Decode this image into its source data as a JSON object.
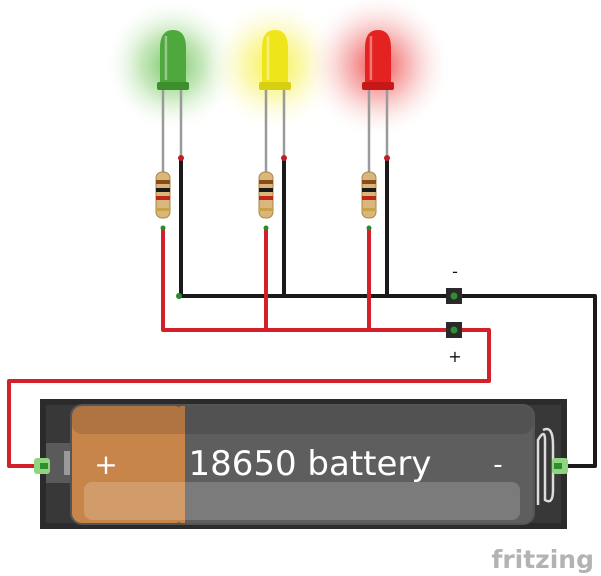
{
  "battery": {
    "label": "18650 battery",
    "plus_symbol": "+",
    "minus_symbol": "-"
  },
  "terminals": {
    "negative_label": "-",
    "positive_label": "+"
  },
  "leds": [
    {
      "name": "led-green",
      "color": "green",
      "hex": "#52b241",
      "glow": "#7fcf6b"
    },
    {
      "name": "led-yellow",
      "color": "yellow",
      "hex": "#f3ec1b",
      "glow": "#f6f25a"
    },
    {
      "name": "led-red",
      "color": "red",
      "hex": "#ee2a2a",
      "glow": "#f25555"
    }
  ],
  "wire_colors": {
    "positive": "#d3202a",
    "negative": "#1a1a1a"
  },
  "brand": {
    "text": "fritzing",
    "color": "#b3b3b3"
  }
}
